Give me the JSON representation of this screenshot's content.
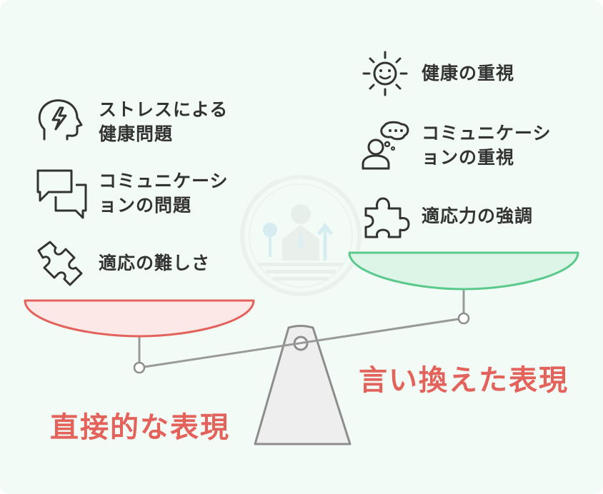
{
  "left_side": {
    "label": "直接的な表現",
    "color": "#e3625b",
    "pan_fill": "#fde8e8",
    "items": [
      {
        "text": "ストレスによる\n健康問題",
        "icon": "head-lightning-icon"
      },
      {
        "text": "コミュニケーシ\nョンの問題",
        "icon": "chat-bubbles-icon"
      },
      {
        "text": "適応の難しさ",
        "icon": "puzzle-piece-icon"
      }
    ]
  },
  "right_side": {
    "label": "言い換えた表現",
    "color": "#e3625b",
    "pan_fill": "#dcf5e6",
    "pan_stroke": "#5cc98c",
    "items": [
      {
        "text": "健康の重視",
        "icon": "smiling-sun-icon"
      },
      {
        "text": "コミュニケーシ\nョンの重視",
        "icon": "person-thought-icon"
      },
      {
        "text": "適応力の強調",
        "icon": "puzzle-piece-icon"
      }
    ]
  }
}
